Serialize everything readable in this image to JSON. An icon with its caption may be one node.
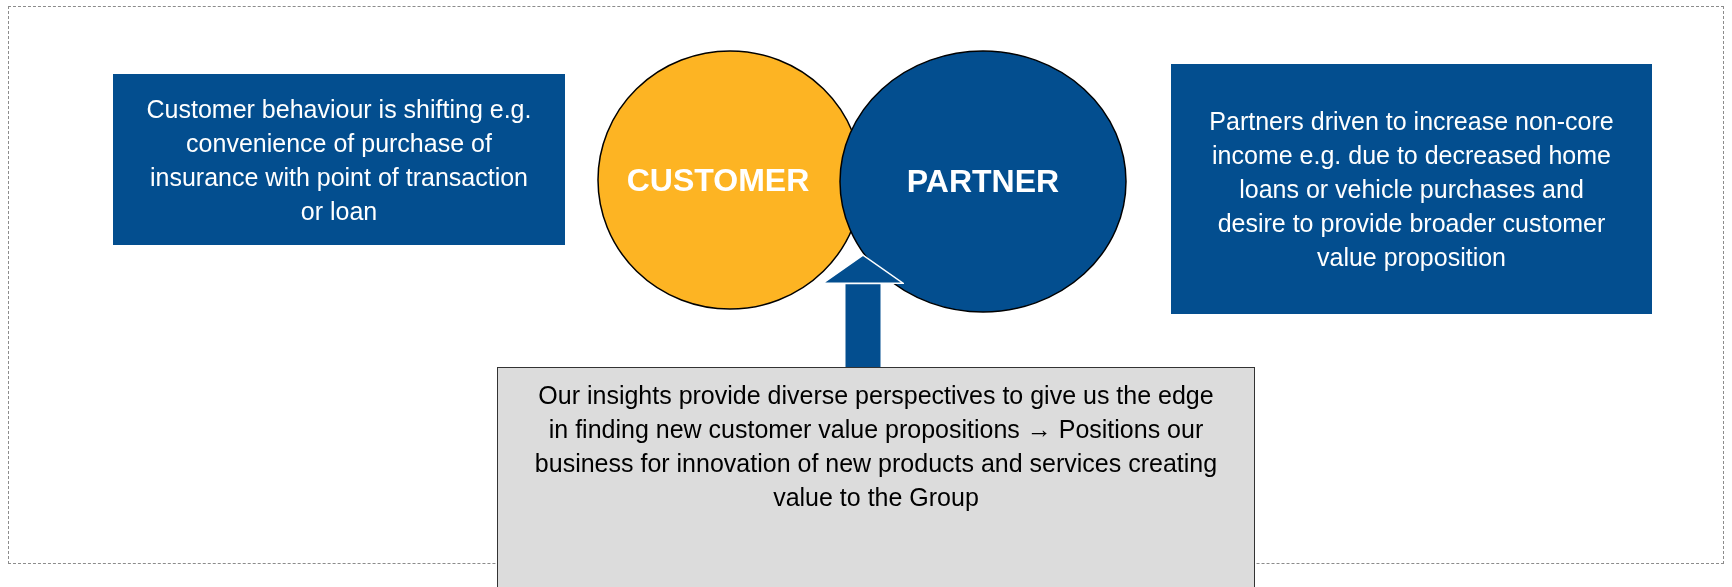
{
  "diagram": {
    "nodes": [
      {
        "text": [
          "Customer behaviour is shifting e.g. convenience of purchase of insurance with point of transaction or loan"
        ]
      },
      {
        "text": [
          "CUSTOMER"
        ]
      },
      {
        "text": [
          "PARTNER"
        ]
      },
      {
        "text": [
          "Partners driven to increase non-core income e.g. due to decreased home loans or vehicle purchases and desire to provide broader customer value proposition"
        ]
      },
      {
        "text": [
          "Our insights provide diverse perspectives to give us the edge in finding new customer value propositions → Positions our business for innovation of new products and services creating value to the Group"
        ]
      }
    ],
    "edges": [
      {
        "from": 4,
        "to": 2,
        "arrow": "to"
      }
    ]
  }
}
